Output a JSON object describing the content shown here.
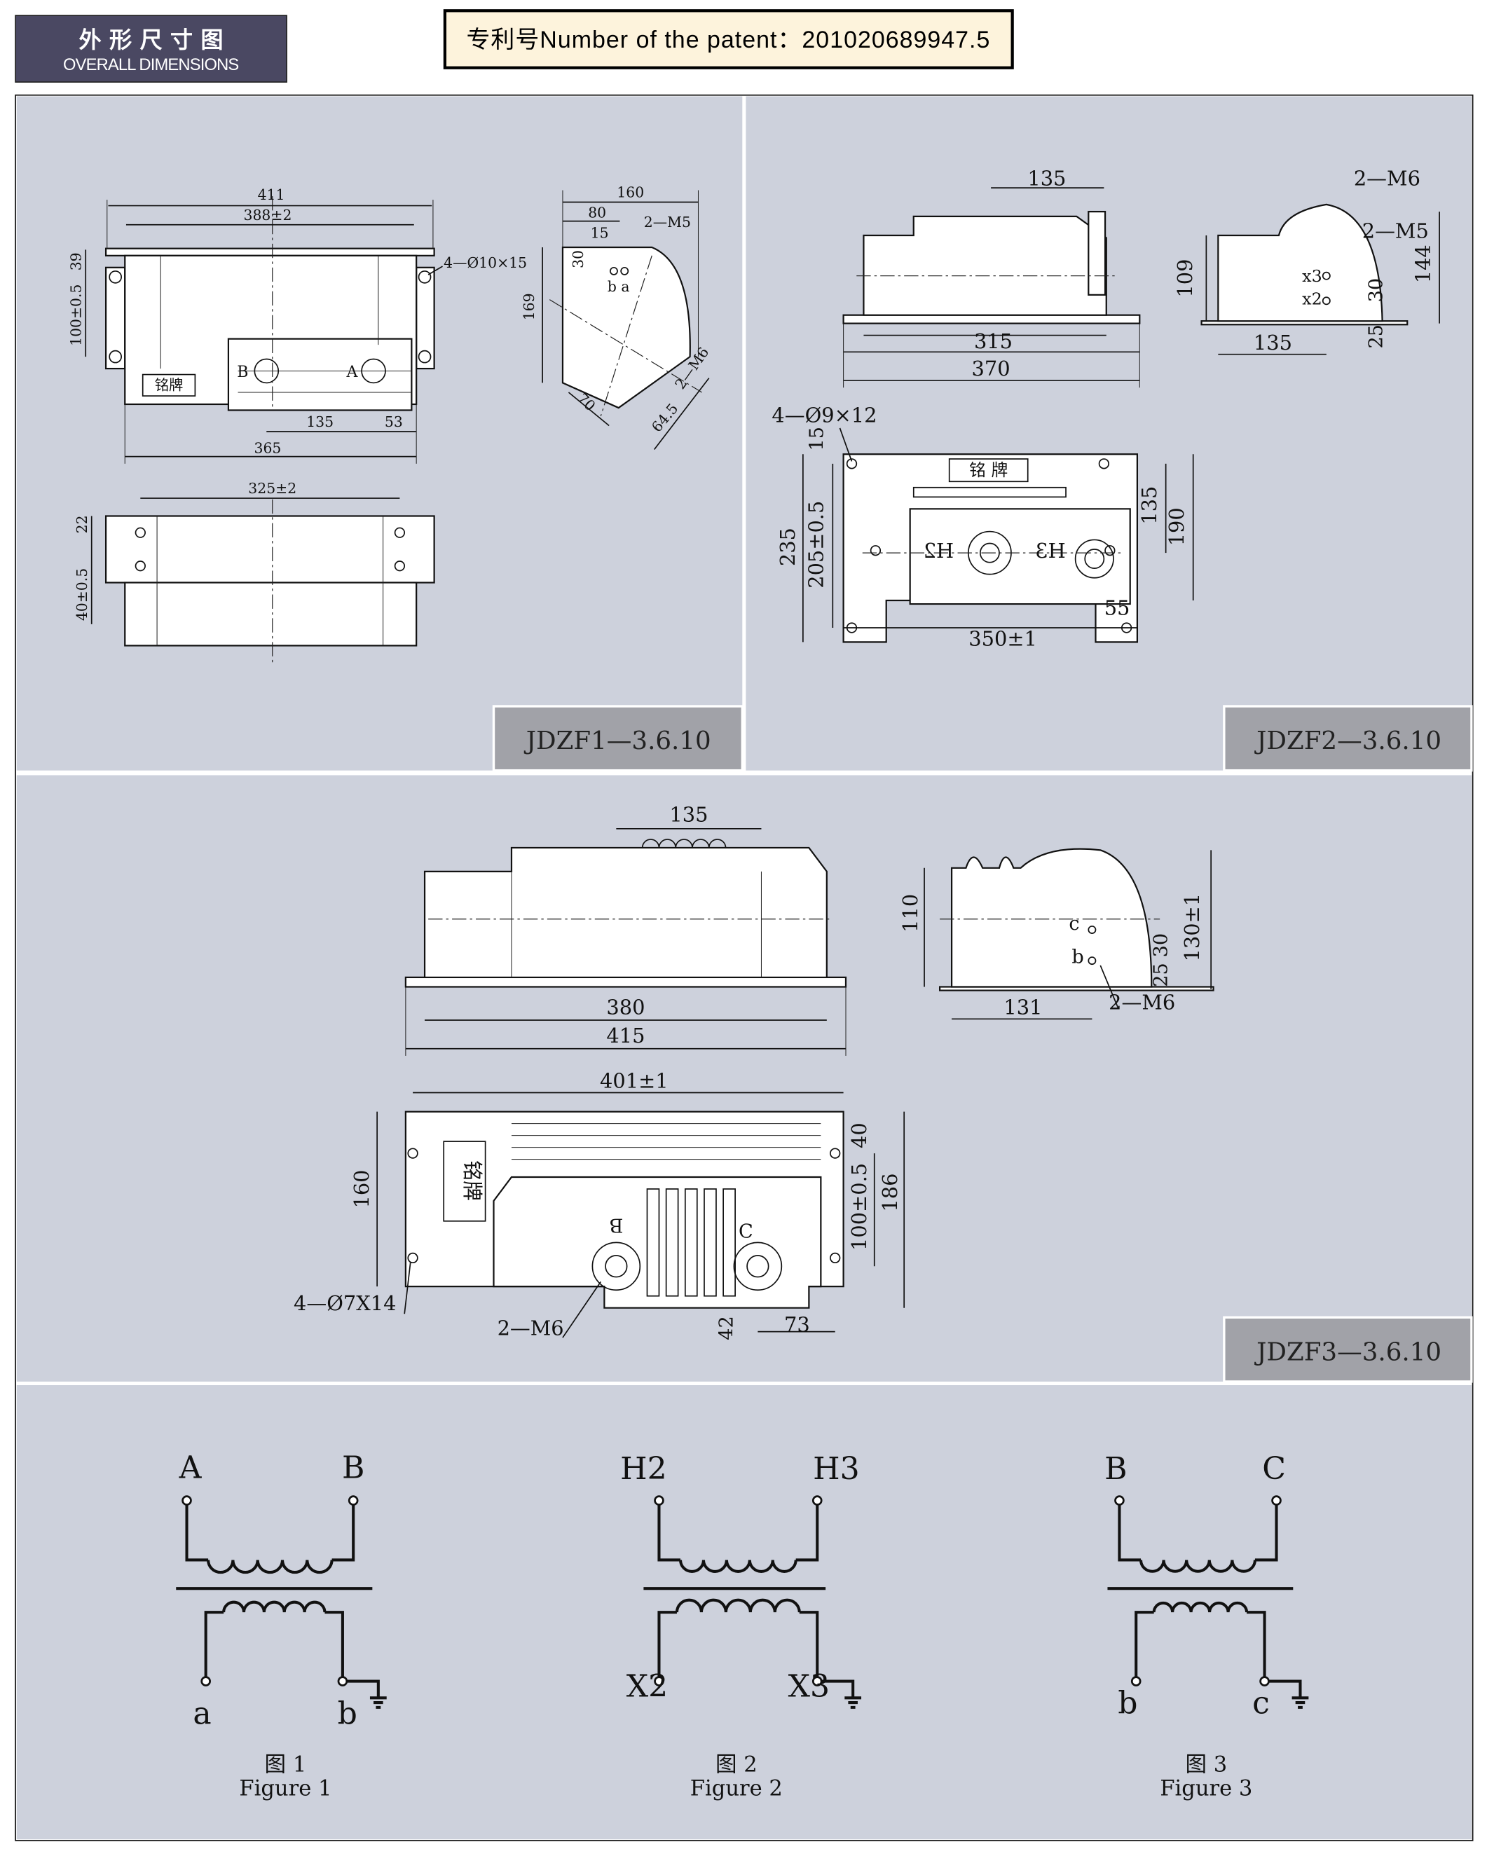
{
  "header": {
    "title_cn": "外 形 尺 寸 图",
    "title_en": "OVERALL DIMENSIONS",
    "patent": "专利号Number of the patent：201020689947.5"
  },
  "colors": {
    "header_bg": "#4a4862",
    "patent_bg": "#fdf3dc",
    "panel_bg": "#cdd1dc",
    "model_bg": "#a1a2a8"
  },
  "models": [
    "JDZF1—3.6.10",
    "JDZF2—3.6.10",
    "JDZF3—3.6.10"
  ],
  "panel1": {
    "dims": [
      "411",
      "388±2",
      "39",
      "100±0.5",
      "4—Ø10×15",
      "铭牌",
      "B",
      "A",
      "135",
      "53",
      "365",
      "160",
      "80",
      "15",
      "2—M5",
      "30",
      "b a",
      "169",
      "2—M6",
      "70",
      "64.5",
      "325±2",
      "22",
      "40±0.5"
    ]
  },
  "panel2": {
    "dims": [
      "135",
      "2—M6",
      "2—M5",
      "109",
      "x3",
      "x2",
      "30",
      "144",
      "25",
      "315",
      "370",
      "135",
      "4—Ø9×12",
      "15",
      "铭 牌",
      "135",
      "190",
      "235",
      "205±0.5",
      "H2",
      "H3",
      "55",
      "350±1"
    ]
  },
  "panel3": {
    "dims": [
      "135",
      "110",
      "c",
      "b",
      "30",
      "130±1",
      "25",
      "380",
      "415",
      "131",
      "2—M6",
      "401±1",
      "160",
      "铭牌",
      "40",
      "100±0.5",
      "186",
      "B",
      "C",
      "4—Ø7X14",
      "2—M6",
      "42",
      "73"
    ]
  },
  "figures": [
    {
      "top": [
        "A",
        "B"
      ],
      "bottom": [
        "a",
        "b"
      ],
      "caption_cn": "图 1",
      "caption_en": "Figure 1"
    },
    {
      "top": [
        "H2",
        "H3"
      ],
      "bottom": [
        "X2",
        "X3"
      ],
      "caption_cn": "图 2",
      "caption_en": "Figure 2"
    },
    {
      "top": [
        "B",
        "C"
      ],
      "bottom": [
        "b",
        "c"
      ],
      "caption_cn": "图 3",
      "caption_en": "Figure 3"
    }
  ]
}
